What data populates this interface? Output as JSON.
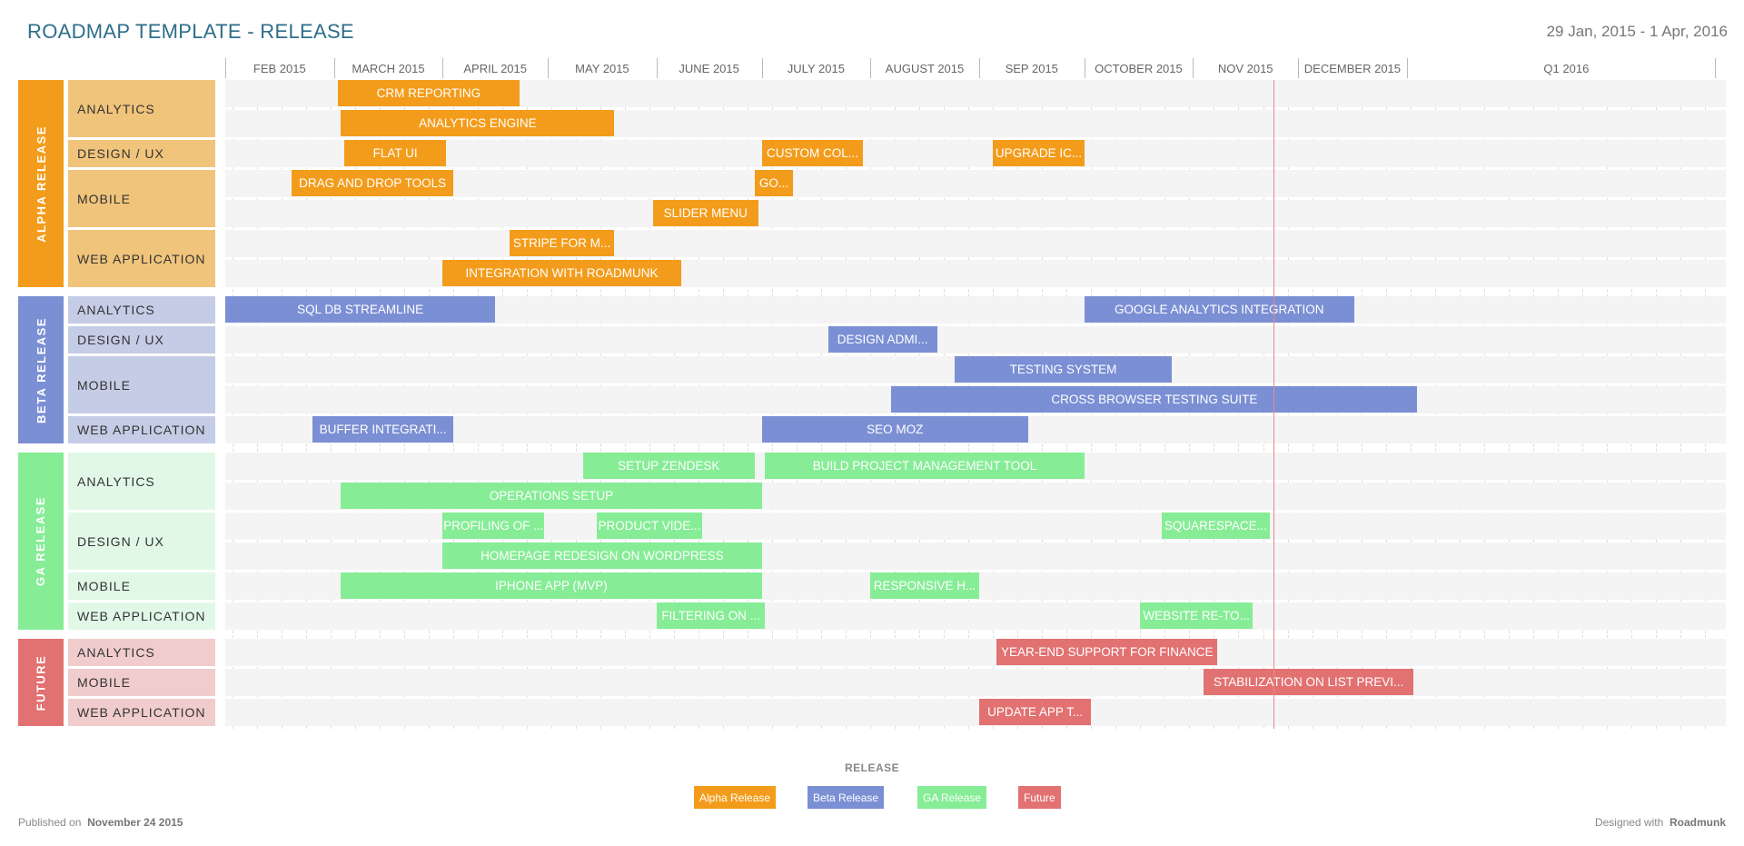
{
  "title": "ROADMAP TEMPLATE - RELEASE",
  "date_range": "29 Jan, 2015 - 1 Apr, 2016",
  "legend_title": "RELEASE",
  "published_prefix": "Published on",
  "published_date": "November 24 2015",
  "designed_prefix": "Designed with",
  "designed_brand": "Roadmunk",
  "colors": {
    "Alpha Release": "#f39c1b",
    "Beta Release": "#7b8fd4",
    "GA Release": "#86ed96",
    "Future": "#e27171"
  },
  "label_colors": {
    "Alpha Release": "#f0c47b",
    "Beta Release": "#c5cce6",
    "GA Release": "#e1f8e7",
    "Future": "#f0cccc"
  },
  "chart_data": {
    "type": "gantt",
    "x_range": [
      "2015-01-29",
      "2016-04-01"
    ],
    "today": "2015-11-24",
    "months": [
      "FEB 2015",
      "MARCH 2015",
      "APRIL 2015",
      "MAY 2015",
      "JUNE 2015",
      "JULY 2015",
      "AUGUST 2015",
      "SEP 2015",
      "OCTOBER 2015",
      "NOV 2015",
      "DECEMBER 2015",
      "Q1 2016"
    ],
    "legend": [
      "Alpha Release",
      "Beta Release",
      "GA Release",
      "Future"
    ],
    "groups": [
      {
        "name": "ALPHA RELEASE",
        "series": "Alpha Release",
        "subgroups": [
          {
            "name": "ANALYTICS",
            "tasks": [
              {
                "label": "CRM REPORTING",
                "start": "2015-03-02",
                "end": "2015-04-23"
              },
              {
                "label": "ANALYTICS ENGINE",
                "start": "2015-03-03",
                "end": "2015-05-20"
              }
            ]
          },
          {
            "name": "DESIGN / UX",
            "tasks": [
              {
                "label": "FLAT UI",
                "start": "2015-03-04",
                "end": "2015-04-02"
              },
              {
                "label": "CUSTOM COL...",
                "start": "2015-07-01",
                "end": "2015-07-30"
              },
              {
                "label": "UPGRADE IC...",
                "start": "2015-09-05",
                "end": "2015-10-01"
              }
            ]
          },
          {
            "name": "MOBILE",
            "tasks": [
              {
                "label": "DRAG AND DROP TOOLS",
                "start": "2015-02-17",
                "end": "2015-04-04"
              },
              {
                "label": "GO...",
                "start": "2015-06-29",
                "end": "2015-07-10"
              },
              {
                "label": "SLIDER MENU",
                "start": "2015-05-31",
                "end": "2015-06-30"
              }
            ]
          },
          {
            "name": "WEB APPLICATION",
            "tasks": [
              {
                "label": "STRIPE FOR M...",
                "start": "2015-04-20",
                "end": "2015-05-20"
              },
              {
                "label": "INTEGRATION WITH ROADMUNK",
                "start": "2015-04-01",
                "end": "2015-06-08"
              }
            ]
          }
        ]
      },
      {
        "name": "BETA RELEASE",
        "series": "Beta Release",
        "subgroups": [
          {
            "name": "ANALYTICS",
            "tasks": [
              {
                "label": "SQL DB STREAMLINE",
                "start": "2015-01-29",
                "end": "2015-04-16"
              },
              {
                "label": "GOOGLE ANALYTICS INTEGRATION",
                "start": "2015-10-01",
                "end": "2015-12-17"
              }
            ]
          },
          {
            "name": "DESIGN / UX",
            "tasks": [
              {
                "label": "DESIGN ADMI...",
                "start": "2015-07-20",
                "end": "2015-08-20"
              }
            ]
          },
          {
            "name": "MOBILE",
            "tasks": [
              {
                "label": "TESTING SYSTEM",
                "start": "2015-08-25",
                "end": "2015-10-26"
              },
              {
                "label": "CROSS BROWSER TESTING SUITE",
                "start": "2015-08-07",
                "end": "2016-01-04"
              }
            ]
          },
          {
            "name": "WEB APPLICATION",
            "tasks": [
              {
                "label": "BUFFER INTEGRATI...",
                "start": "2015-02-23",
                "end": "2015-04-04"
              },
              {
                "label": "SEO MOZ",
                "start": "2015-07-01",
                "end": "2015-09-15"
              }
            ]
          }
        ]
      },
      {
        "name": "GA RELEASE",
        "series": "GA Release",
        "subgroups": [
          {
            "name": "ANALYTICS",
            "tasks": [
              {
                "label": "SETUP ZENDESK",
                "start": "2015-05-11",
                "end": "2015-06-29"
              },
              {
                "label": "BUILD PROJECT MANAGEMENT TOOL",
                "start": "2015-07-02",
                "end": "2015-10-01"
              },
              {
                "label": "OPERATIONS SETUP",
                "start": "2015-03-03",
                "end": "2015-07-01"
              }
            ]
          },
          {
            "name": "DESIGN / UX",
            "tasks": [
              {
                "label": "PROFILING OF ...",
                "start": "2015-04-01",
                "end": "2015-04-30"
              },
              {
                "label": "PRODUCT VIDE...",
                "start": "2015-05-15",
                "end": "2015-06-14"
              },
              {
                "label": "SQUARESPACE...",
                "start": "2015-10-23",
                "end": "2015-11-23"
              },
              {
                "label": "HOMEPAGE REDESIGN ON WORDPRESS",
                "start": "2015-04-01",
                "end": "2015-07-01"
              }
            ]
          },
          {
            "name": "MOBILE",
            "tasks": [
              {
                "label": "IPHONE APP (MVP)",
                "start": "2015-03-03",
                "end": "2015-07-01"
              },
              {
                "label": "RESPONSIVE H...",
                "start": "2015-08-01",
                "end": "2015-09-01"
              }
            ]
          },
          {
            "name": "WEB APPLICATION",
            "tasks": [
              {
                "label": "FILTERING ON ...",
                "start": "2015-06-01",
                "end": "2015-07-02"
              },
              {
                "label": "WEBSITE RE-TO...",
                "start": "2015-10-17",
                "end": "2015-11-18"
              }
            ]
          }
        ]
      },
      {
        "name": "FUTURE",
        "series": "Future",
        "subgroups": [
          {
            "name": "ANALYTICS",
            "tasks": [
              {
                "label": "YEAR-END SUPPORT FOR FINANCE",
                "start": "2015-09-06",
                "end": "2015-11-08"
              }
            ]
          },
          {
            "name": "MOBILE",
            "tasks": [
              {
                "label": "STABILIZATION ON LIST PREVI...",
                "start": "2015-11-04",
                "end": "2016-01-03"
              }
            ]
          },
          {
            "name": "WEB APPLICATION",
            "tasks": [
              {
                "label": "UPDATE APP T...",
                "start": "2015-09-01",
                "end": "2015-10-03"
              }
            ]
          }
        ]
      }
    ]
  }
}
